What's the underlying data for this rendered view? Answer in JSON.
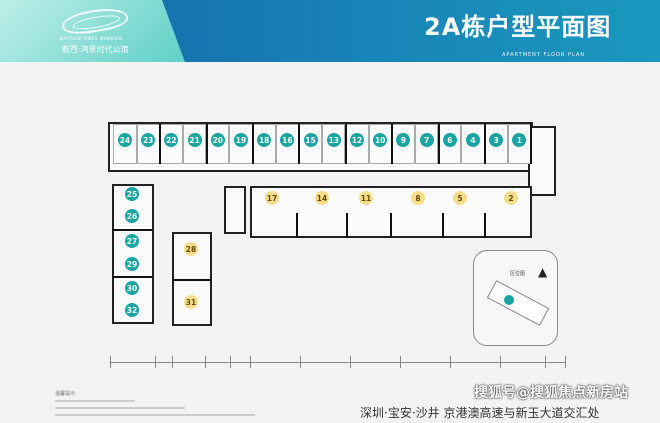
{
  "header": {
    "logo_en": "BAYVIEW TIMES MANSION",
    "logo_cn": "乾西·鸿景时代公馆",
    "title": "2A栋户型平面图",
    "subtitle": "APARTMENT FLOOR PLAN"
  },
  "plan": {
    "top_row_units": [
      "24",
      "23",
      "22",
      "21",
      "20",
      "19",
      "18",
      "16",
      "15",
      "13",
      "12",
      "10",
      "9",
      "7",
      "6",
      "4",
      "3",
      "1"
    ],
    "lower_row_units": [
      "17",
      "14",
      "11",
      "8",
      "5",
      "2"
    ],
    "left_column_units": [
      "25",
      "26",
      "27",
      "29",
      "30",
      "32"
    ],
    "middle_units": [
      "28",
      "31"
    ]
  },
  "location_map": {
    "label": "区位图",
    "north": "N"
  },
  "notes": {
    "title": "温馨提示:"
  },
  "footer": {
    "address": "深圳·宝安·沙井 京港澳高速与新玉大道交汇处",
    "watermark": "搜狐号@搜狐焦点新房站"
  },
  "colors": {
    "teal_badge": "#1aa5a4",
    "gold_badge": "#f6dd8c",
    "header_blue": "#1886b8"
  }
}
